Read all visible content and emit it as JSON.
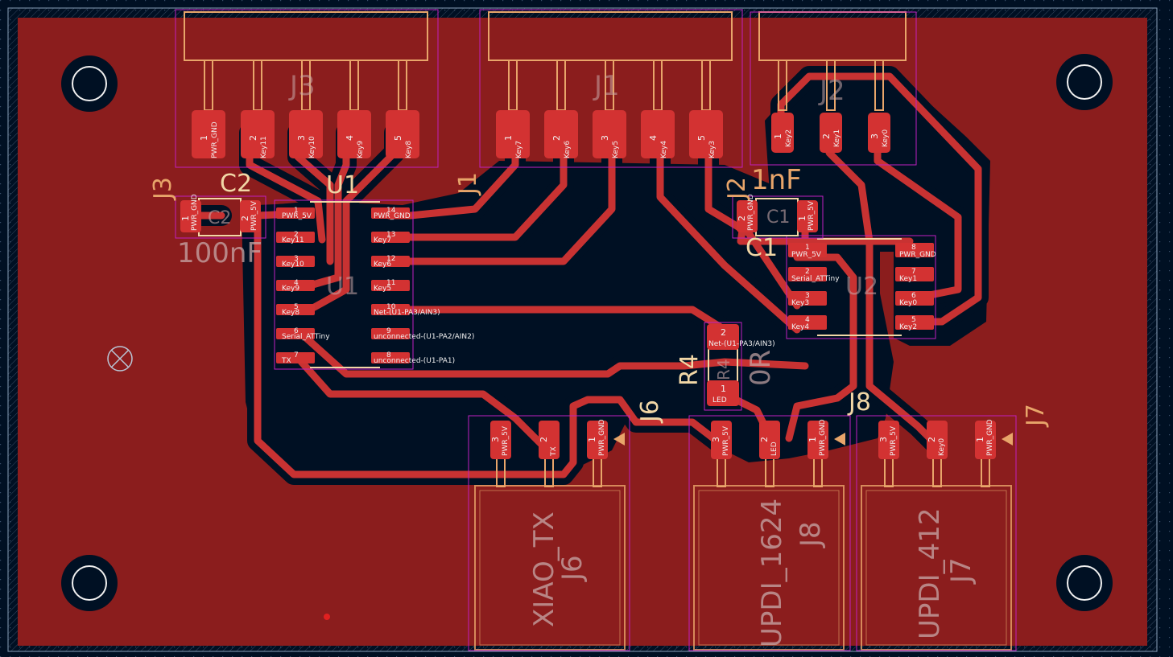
{
  "palette": {
    "background": "#001023",
    "copper_fill": "#8b1d1d",
    "trace": "#c83232",
    "pad": "#d33232",
    "silkscreen": "#f1d7a6",
    "fab_text": "#e8a56a",
    "courtyard": "#c020c0"
  },
  "connectors": {
    "J3": {
      "ref": "J3",
      "pins": [
        {
          "num": "1",
          "net": "PWR_GND"
        },
        {
          "num": "2",
          "net": "Key11"
        },
        {
          "num": "3",
          "net": "Key10"
        },
        {
          "num": "4",
          "net": "Key9"
        },
        {
          "num": "5",
          "net": "Key8"
        }
      ]
    },
    "J1": {
      "ref": "J1",
      "pins": [
        {
          "num": "1",
          "net": "Key7"
        },
        {
          "num": "2",
          "net": "Key6"
        },
        {
          "num": "3",
          "net": "Key5"
        },
        {
          "num": "4",
          "net": "Key4"
        },
        {
          "num": "5",
          "net": "Key3"
        }
      ]
    },
    "J2": {
      "ref": "J2",
      "pins": [
        {
          "num": "1",
          "net": "Key2"
        },
        {
          "num": "2",
          "net": "Key1"
        },
        {
          "num": "3",
          "net": "Key0"
        }
      ]
    },
    "J6": {
      "ref": "J6",
      "value": "XIAO_TX",
      "pins": [
        {
          "num": "3",
          "net": "PWR_5V"
        },
        {
          "num": "2",
          "net": "TX"
        },
        {
          "num": "1",
          "net": "PWR_GND"
        }
      ]
    },
    "J8": {
      "ref": "J8",
      "value": "UPDI_1624",
      "pins": [
        {
          "num": "3",
          "net": "PWR_5V"
        },
        {
          "num": "2",
          "net": "LED"
        },
        {
          "num": "1",
          "net": "PWR_GND"
        }
      ]
    },
    "J7": {
      "ref": "J7",
      "value": "UPDI_412",
      "pins": [
        {
          "num": "3",
          "net": "PWR_5V"
        },
        {
          "num": "2",
          "net": "Key0"
        },
        {
          "num": "1",
          "net": "PWR_GND"
        }
      ]
    }
  },
  "ic_u1": {
    "ref": "U1",
    "left_pins": [
      {
        "num": "1",
        "net": "PWR_5V"
      },
      {
        "num": "2",
        "net": "Key11"
      },
      {
        "num": "3",
        "net": "Key10"
      },
      {
        "num": "4",
        "net": "Key9"
      },
      {
        "num": "5",
        "net": "Key8"
      },
      {
        "num": "6",
        "net": "Serial_ATTiny"
      },
      {
        "num": "7",
        "net": "TX"
      }
    ],
    "right_pins": [
      {
        "num": "14",
        "net": "PWR_GND"
      },
      {
        "num": "13",
        "net": "Key7"
      },
      {
        "num": "12",
        "net": "Key6"
      },
      {
        "num": "11",
        "net": "Key5"
      },
      {
        "num": "10",
        "net": "Net-(U1-PA3/AIN3)"
      },
      {
        "num": "9",
        "net": "unconnected-(U1-PA2/AIN2)"
      },
      {
        "num": "8",
        "net": "unconnected-(U1-PA1)"
      }
    ]
  },
  "ic_u2": {
    "ref": "U2",
    "left_pins": [
      {
        "num": "1",
        "net": "PWR_5V"
      },
      {
        "num": "2",
        "net": "Serial_ATTiny"
      },
      {
        "num": "3",
        "net": "Key3"
      },
      {
        "num": "4",
        "net": "Key4"
      }
    ],
    "right_pins": [
      {
        "num": "8",
        "net": "PWR_GND"
      },
      {
        "num": "7",
        "net": "Key1"
      },
      {
        "num": "6",
        "net": "Key0"
      },
      {
        "num": "5",
        "net": "Key2"
      }
    ]
  },
  "c2": {
    "ref": "C2",
    "value": "100nF",
    "pins": [
      {
        "num": "1",
        "net": "PWR_GND"
      },
      {
        "num": "2",
        "net": "PWR_5V"
      }
    ]
  },
  "c1": {
    "ref": "C1",
    "value": "1nF",
    "pins": [
      {
        "num": "2",
        "net": "PWR_GND"
      },
      {
        "num": "1",
        "net": "PWR_5V"
      }
    ]
  },
  "r4": {
    "ref": "R4",
    "value": "0R",
    "pins": [
      {
        "num": "2",
        "net": "Net-(U1-PA3/AIN3)"
      },
      {
        "num": "1",
        "net": "LED"
      }
    ]
  },
  "icons": {
    "mounting_holes": "mounting-hole-icon",
    "origin": "crosshair-icon",
    "pin1_marker": "triangle-marker-icon"
  }
}
